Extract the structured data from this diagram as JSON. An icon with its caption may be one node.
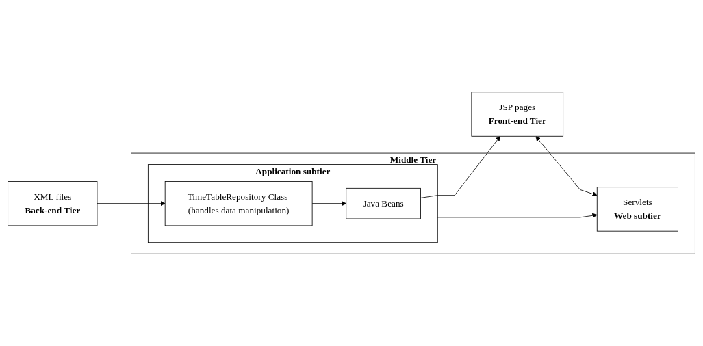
{
  "diagram": {
    "nodes": [
      {
        "text": [
          "JSP pages",
          "Front-end Tier"
        ]
      },
      {
        "text": [
          "Middle Tier"
        ]
      },
      {
        "text": [
          "Servlets",
          "Web subtier"
        ],
        "in": 1
      },
      {
        "text": [
          "Application subtier"
        ],
        "in": 1
      },
      {
        "text": [
          "Java Beans"
        ],
        "in": 3
      },
      {
        "text": [
          "TimeTableRepository Class (handles data manipulation)"
        ],
        "in": 3
      },
      {
        "text": [
          "XML files",
          "Back-end Tier"
        ]
      }
    ],
    "edges": [
      {
        "from": 0,
        "to": 2,
        "arrow": "both"
      },
      {
        "from": 4,
        "to": 0,
        "arrow": "to"
      },
      {
        "from": 3,
        "to": 2,
        "arrow": "to"
      },
      {
        "from": 5,
        "to": 4,
        "arrow": "to"
      },
      {
        "from": 6,
        "to": 5,
        "arrow": "to"
      }
    ]
  }
}
